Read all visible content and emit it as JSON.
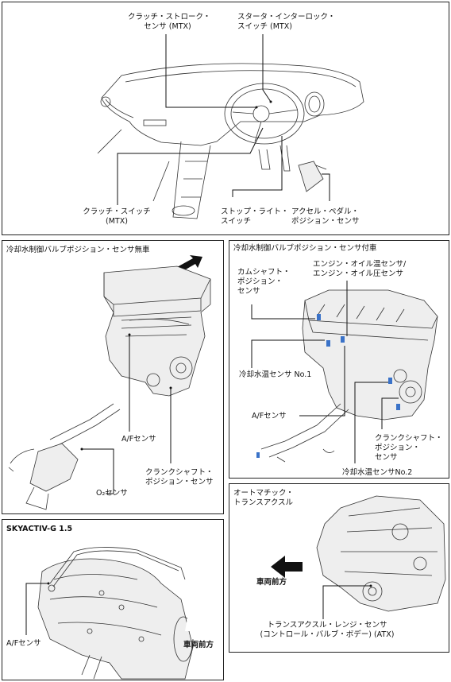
{
  "cabin": {
    "clutch_stroke_sensor": [
      "クラッチ・ストローク・",
      "センサ (MTX)"
    ],
    "starter_interlock_switch": [
      "スタータ・インターロック・",
      "スイッチ (MTX)"
    ],
    "clutch_switch": [
      "クラッチ・スイッチ",
      "(MTX)"
    ],
    "stop_light_switch": [
      "ストップ・ライト・",
      "スイッチ"
    ],
    "accel_pedal_sensor": [
      "アクセル・ペダル・",
      "ポジション・センサ"
    ]
  },
  "engine_without": {
    "title": "冷却水制御バルブポジション・センサ無車",
    "af_sensor": "A/Fセンサ",
    "o2_sensor": "O₂センサ",
    "crank_sensor": [
      "クランクシャフト・",
      "ポジション・センサ"
    ]
  },
  "engine_with": {
    "title": "冷却水制御バルブポジション・センサ付車",
    "oil_sensor": [
      "エンジン・オイル温センサ/",
      "エンジン・オイル圧センサ"
    ],
    "cam_sensor": [
      "カムシャフト・",
      "ポジション・",
      "センサ"
    ],
    "coolant_no1": "冷却水温センサ No.1",
    "af_sensor": "A/Fセンサ",
    "crank_sensor": [
      "クランクシャフト・",
      "ポジション・",
      "センサ"
    ],
    "coolant_no2": "冷却水温センサNo.2"
  },
  "skyactiv": {
    "title": "SKYACTIV-G 1.5",
    "af_sensor": "A/Fセンサ",
    "front_label": "車両前方"
  },
  "transaxle": {
    "title": [
      "オートマチック・",
      "トランスアクスル"
    ],
    "front_label": "車両前方",
    "range_sensor": [
      "トランスアクスル・レンジ・センサ",
      "(コントロール・バルブ・ボデー) (ATX)"
    ]
  }
}
